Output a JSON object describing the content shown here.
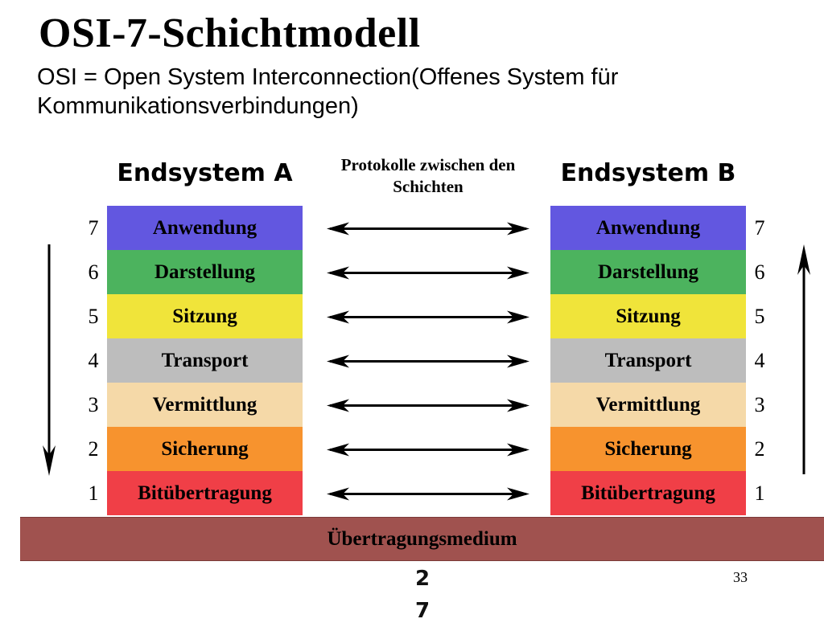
{
  "slide": {
    "title": "OSI-7-Schichtmodell",
    "subtitle": "OSI = Open System Interconnection(Offenes System für Kommunikationsverbindungen)",
    "page_number": "33",
    "stray_glyphs": [
      "2",
      "7"
    ]
  },
  "diagram": {
    "left_heading": "Endsystem A",
    "right_heading": "Endsystem B",
    "middle_heading": "Protokolle zwischen den Schichten",
    "medium_label": "Übertragungsmedium",
    "layers": [
      {
        "number": "7",
        "name": "Anwendung",
        "color": "#6257e0"
      },
      {
        "number": "6",
        "name": "Darstellung",
        "color": "#4cb35e"
      },
      {
        "number": "5",
        "name": "Sitzung",
        "color": "#f0e43a"
      },
      {
        "number": "4",
        "name": "Transport",
        "color": "#bdbdbd"
      },
      {
        "number": "3",
        "name": "Vermittlung",
        "color": "#f5d9a8"
      },
      {
        "number": "2",
        "name": "Sicherung",
        "color": "#f7932e"
      },
      {
        "number": "1",
        "name": "Bitübertragung",
        "color": "#f03f47"
      }
    ],
    "medium_color": "#a0524f",
    "left_flow_direction": "down",
    "right_flow_direction": "up"
  }
}
